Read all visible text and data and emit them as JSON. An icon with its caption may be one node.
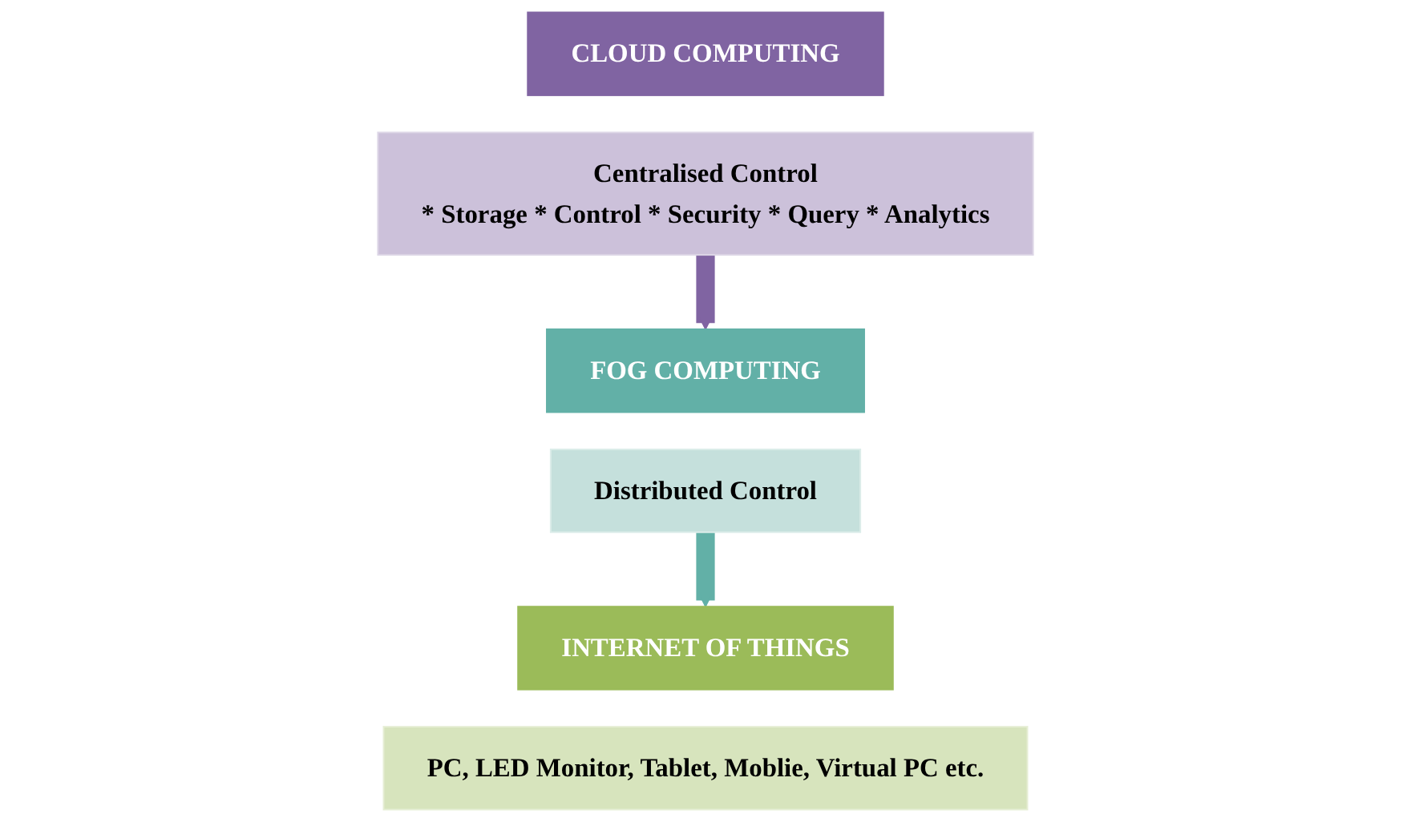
{
  "diagram": {
    "nodes": [
      {
        "text": [
          "CLOUD COMPUTING"
        ]
      },
      {
        "text": [
          "Centralised Control",
          "* Storage * Control * Security * Query * Analytics"
        ]
      },
      {
        "text": [
          "FOG COMPUTING"
        ]
      },
      {
        "text": [
          "Distributed Control"
        ]
      },
      {
        "text": [
          "INTERNET OF THINGS"
        ]
      },
      {
        "text": [
          "PC, LED Monitor, Tablet, Moblie, Virtual PC etc."
        ]
      }
    ],
    "edges": [
      {
        "from": 1,
        "to": 2,
        "arrow": "to",
        "color": "#8064a2"
      },
      {
        "from": 3,
        "to": 4,
        "arrow": "to",
        "color": "#62b0a7"
      }
    ]
  }
}
